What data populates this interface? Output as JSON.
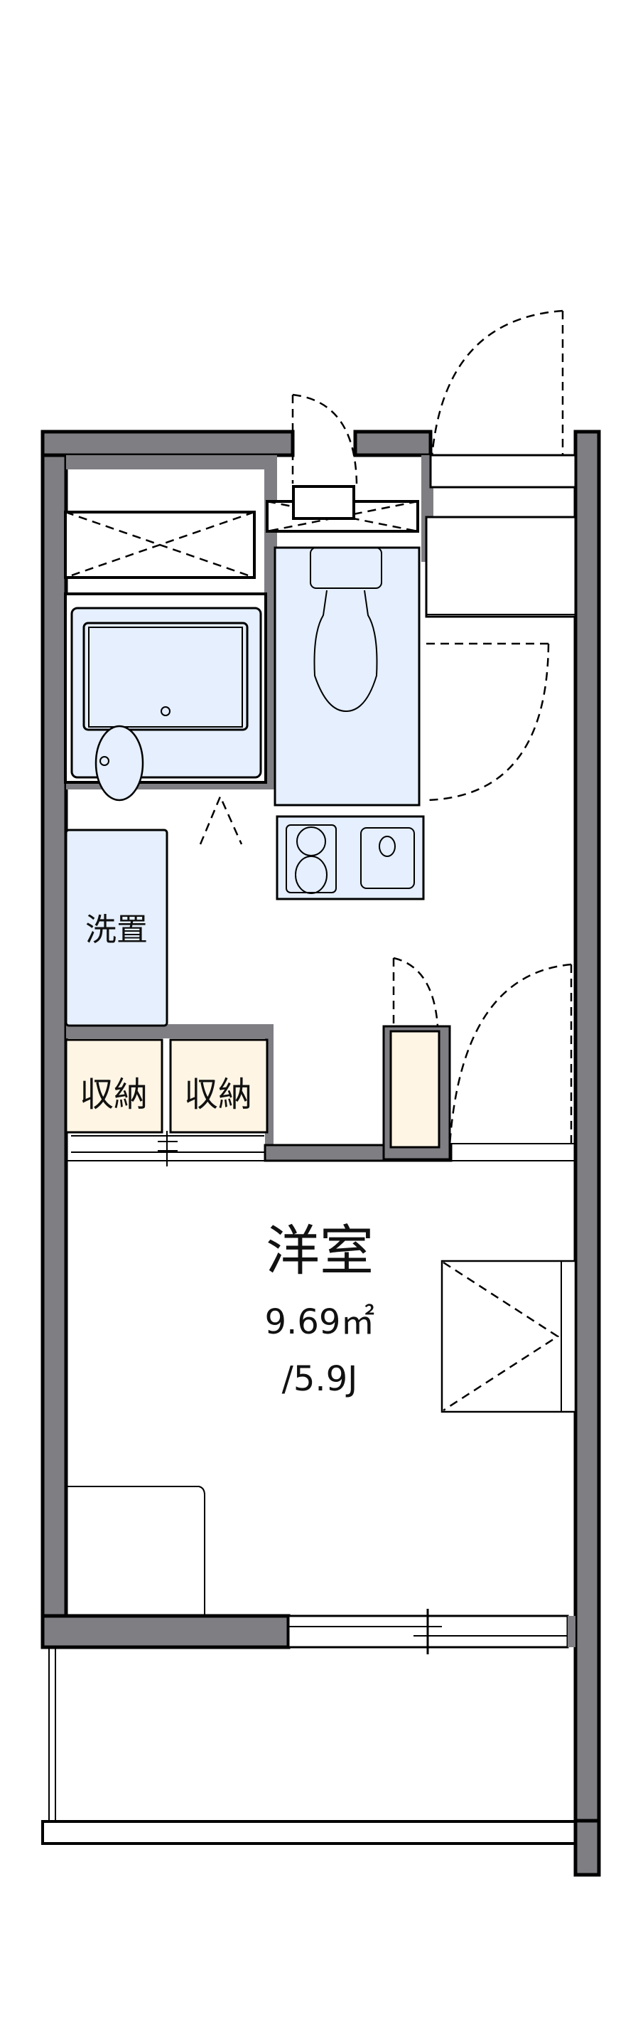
{
  "floor_plan": {
    "rooms": [
      {
        "id": "western-room",
        "label": "洋室",
        "area": "9.69㎡",
        "size": "/5.9J"
      },
      {
        "id": "washer-space",
        "label": "洗置"
      },
      {
        "id": "storage-1",
        "label": "収納"
      },
      {
        "id": "storage-2",
        "label": "収納"
      }
    ],
    "fixtures": [
      "unit-bath",
      "toilet",
      "kitchen-stove",
      "kitchen-sink",
      "entrance",
      "balcony",
      "window-sliding",
      "air-conditioner",
      "desk"
    ],
    "colors": {
      "wall": "#7f7e83",
      "wet_area": "#e5effd",
      "storage": "#fff5e4",
      "line": "#000000"
    }
  }
}
